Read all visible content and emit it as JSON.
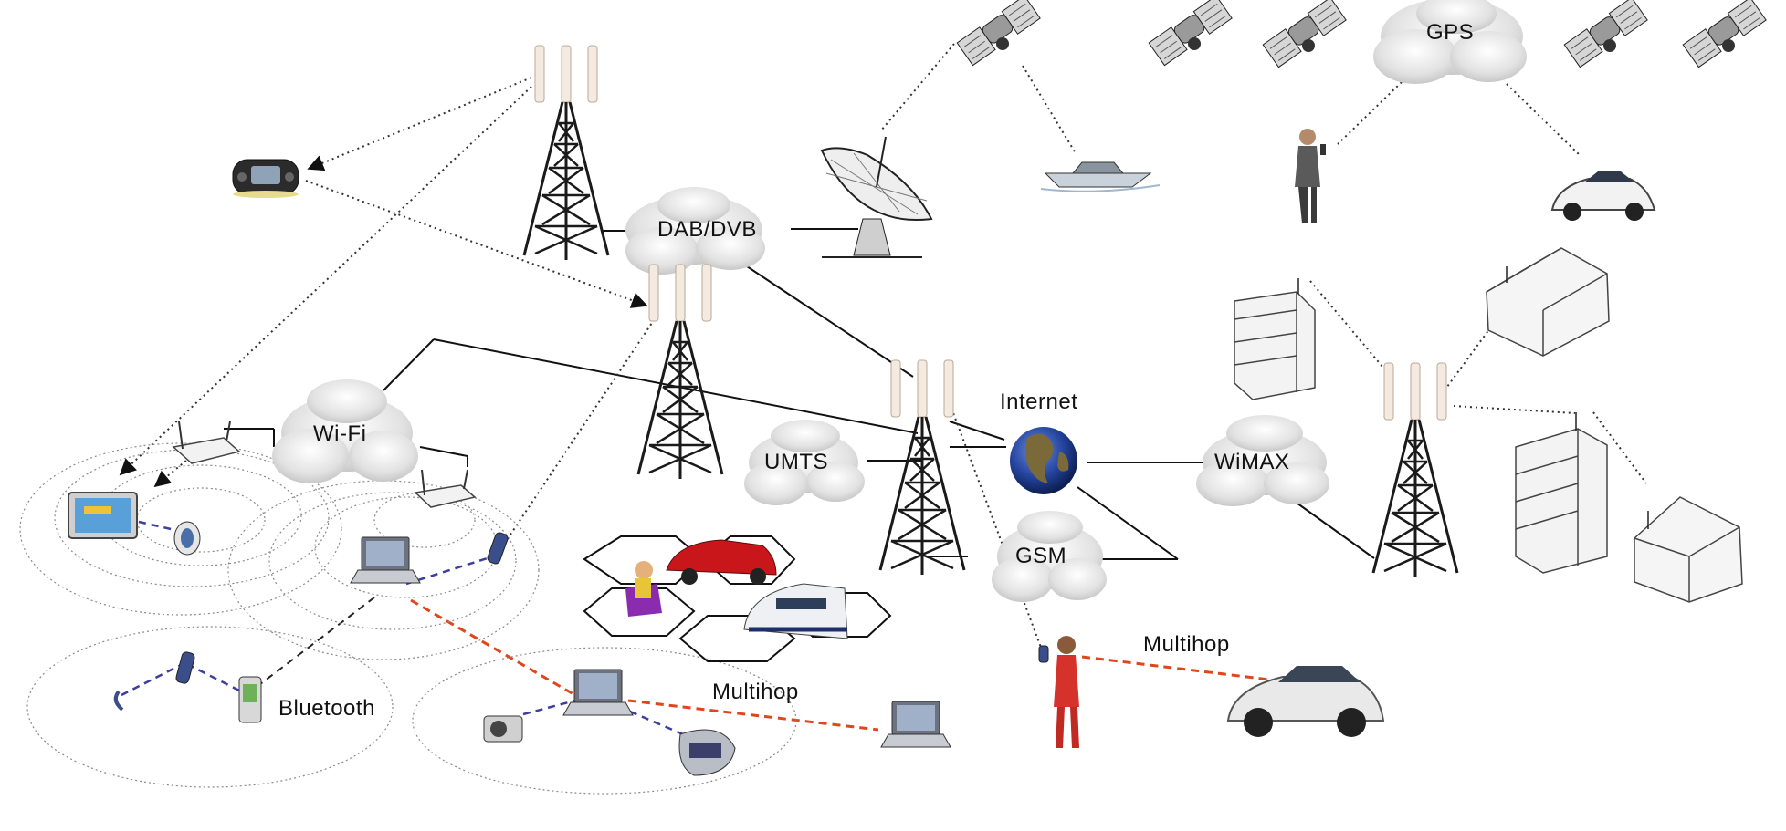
{
  "labels": {
    "gps": "GPS",
    "dab_dvb": "DAB/DVB",
    "internet": "Internet",
    "wifi": "Wi-Fi",
    "umts": "UMTS",
    "wimax": "WiMAX",
    "gsm": "GSM",
    "bluetooth": "Bluetooth",
    "multihop_left": "Multihop",
    "multihop_right": "Multihop"
  },
  "colors": {
    "line": "#111111",
    "dotted": "#333333",
    "wireless_blue": "#3b3f9e",
    "multihop_red": "#e0461c",
    "cloud": "#d9d9d9",
    "tower": "#1a1a1a",
    "globe_ocean": "#1f3f9a",
    "globe_land": "#7a6a3a"
  }
}
